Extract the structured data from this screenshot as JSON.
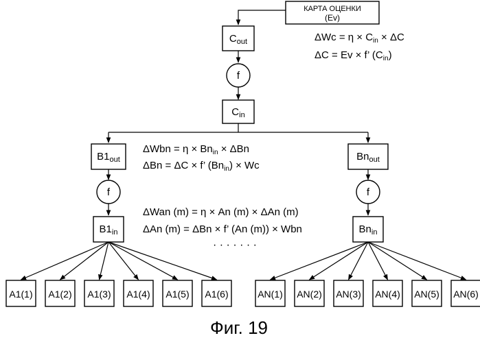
{
  "eval_map": {
    "line1": "КАРТА ОЦЕНКИ",
    "line2": "(Ev)"
  },
  "nodes": {
    "c_out": {
      "base": "C",
      "sub": "out"
    },
    "c_f": "f",
    "c_in": {
      "base": "C",
      "sub": "in"
    },
    "b1_out": {
      "base": "B1",
      "sub": "out"
    },
    "b1_f": "f",
    "b1_in": {
      "base": "B1",
      "sub": "in"
    },
    "bn_out": {
      "base": "Bn",
      "sub": "out"
    },
    "bn_f": "f",
    "bn_in": {
      "base": "Bn",
      "sub": "in"
    }
  },
  "leaves_a1": [
    "A1(1)",
    "A1(2)",
    "A1(3)",
    "A1(4)",
    "A1(5)",
    "A1(6)"
  ],
  "leaves_an": [
    "AN(1)",
    "AN(2)",
    "AN(3)",
    "AN(4)",
    "AN(5)",
    "AN(6)"
  ],
  "equations": {
    "wc": {
      "pre": "ΔWc = η × C",
      "sub": "in",
      "post": " × ΔC"
    },
    "dc": {
      "pre": "ΔC = Ev × f’ (C",
      "sub": "in",
      "post": ")"
    },
    "wbn": {
      "pre": "ΔWbn = η × Bn",
      "sub": "in",
      "post": " × ΔBn"
    },
    "dbn": {
      "pre": "ΔBn = ΔC × f’ (Bn",
      "sub": "in",
      "post": ") × Wc"
    },
    "wan": {
      "pre": "ΔWan (m) = η × An (m) × ΔAn (m)",
      "sub": "",
      "post": ""
    },
    "dan": {
      "pre": "ΔAn (m) = ΔBn × f’ (An (m)) × Wbn",
      "sub": "",
      "post": ""
    }
  },
  "ellipsis": "· · · · · · ·",
  "caption": "Фиг. 19"
}
